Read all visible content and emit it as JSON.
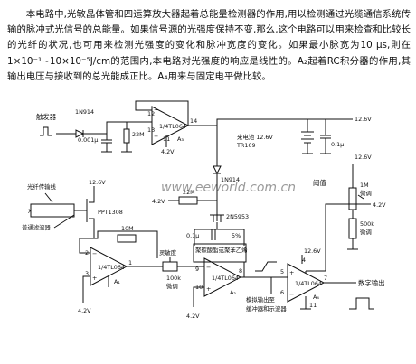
{
  "description": {
    "text": "本电路中,光敏晶体管和四运算放大器起着总能量检测器的作用,用以检测通过光缆通信系统传输的脉冲式光信号的总能量。如果信号源的光强度保持不变,那么,这个电路可以用来检查和比较长的光纤的状况,也可用来检测光强度的变化和脉冲宽度的变化。如果最小脉宽为10 μs,則在1×10⁻¹~10×10⁻⁵J/cm的范围内,本电路对光强度的响应是线性的。A₂起着RC积分器的作用,其输出电压与接收到的总光能成正比。A₄用来与固定电平做比较。"
  },
  "labels": {
    "trigger": "触发器",
    "diode_top": "1N914",
    "cap_001": "0.001μ",
    "res_22m_top": "22M",
    "opamp_a3": "1/4TL064",
    "a3": "A₃",
    "v_42_a3": "4.2V",
    "mn_12": "12",
    "mn_13": "13",
    "mn_14": "14",
    "rail_12v": "12.6V",
    "battery": "来电池 12.6V",
    "battery_model": "TR169",
    "cap_01_batt": "0.1μ",
    "v12_right": "12.6V",
    "diode_mid": "1N914",
    "res_22m_mid": "22M",
    "v_42_mid": "4.2V",
    "transistor": "2N5953",
    "cap_01_int": "0.1μ",
    "tol": "5%",
    "integ_note": "聚碳酸酯或聚苯乙烯",
    "threshold": "阈值",
    "pot_1m": "1M",
    "pot_1m_note": "微调",
    "v42_right": "4.2V",
    "pot_500k": "500k",
    "pot_500k_note": "微调",
    "fiber": "光纤传输线",
    "v12_pt": "12.6V",
    "pt": "PPT1308",
    "filter": "普通滤波器",
    "a_in": "λ",
    "res_10m": "10M",
    "opamp_a1": "1/4TL064",
    "a1": "A₁",
    "sensitivity": "灵敏度",
    "pot_100k": "100k",
    "pot_100k_note": "微调",
    "v_42_a1": "4.2V",
    "opamp_a2": "1/4TL064",
    "a2": "A₂",
    "v_42_a2": "4.2V",
    "analog_out": "模拟输出至",
    "analog_out2": "缓冲器和示波器",
    "v12_a4": "12.6V",
    "opamp_a4": "1/4TL064",
    "a4": "A₄",
    "digital_out": "数字输出",
    "pin1": "1",
    "pin2": "2",
    "pin3": "3",
    "pin4": "4",
    "pin5": "5",
    "pin6": "6",
    "pin7": "7",
    "pin8": "8",
    "pin9": "9",
    "pin10": "10",
    "pin11": "11",
    "pin11b": "11",
    "watermark": "www.eeworld.com.cn"
  }
}
